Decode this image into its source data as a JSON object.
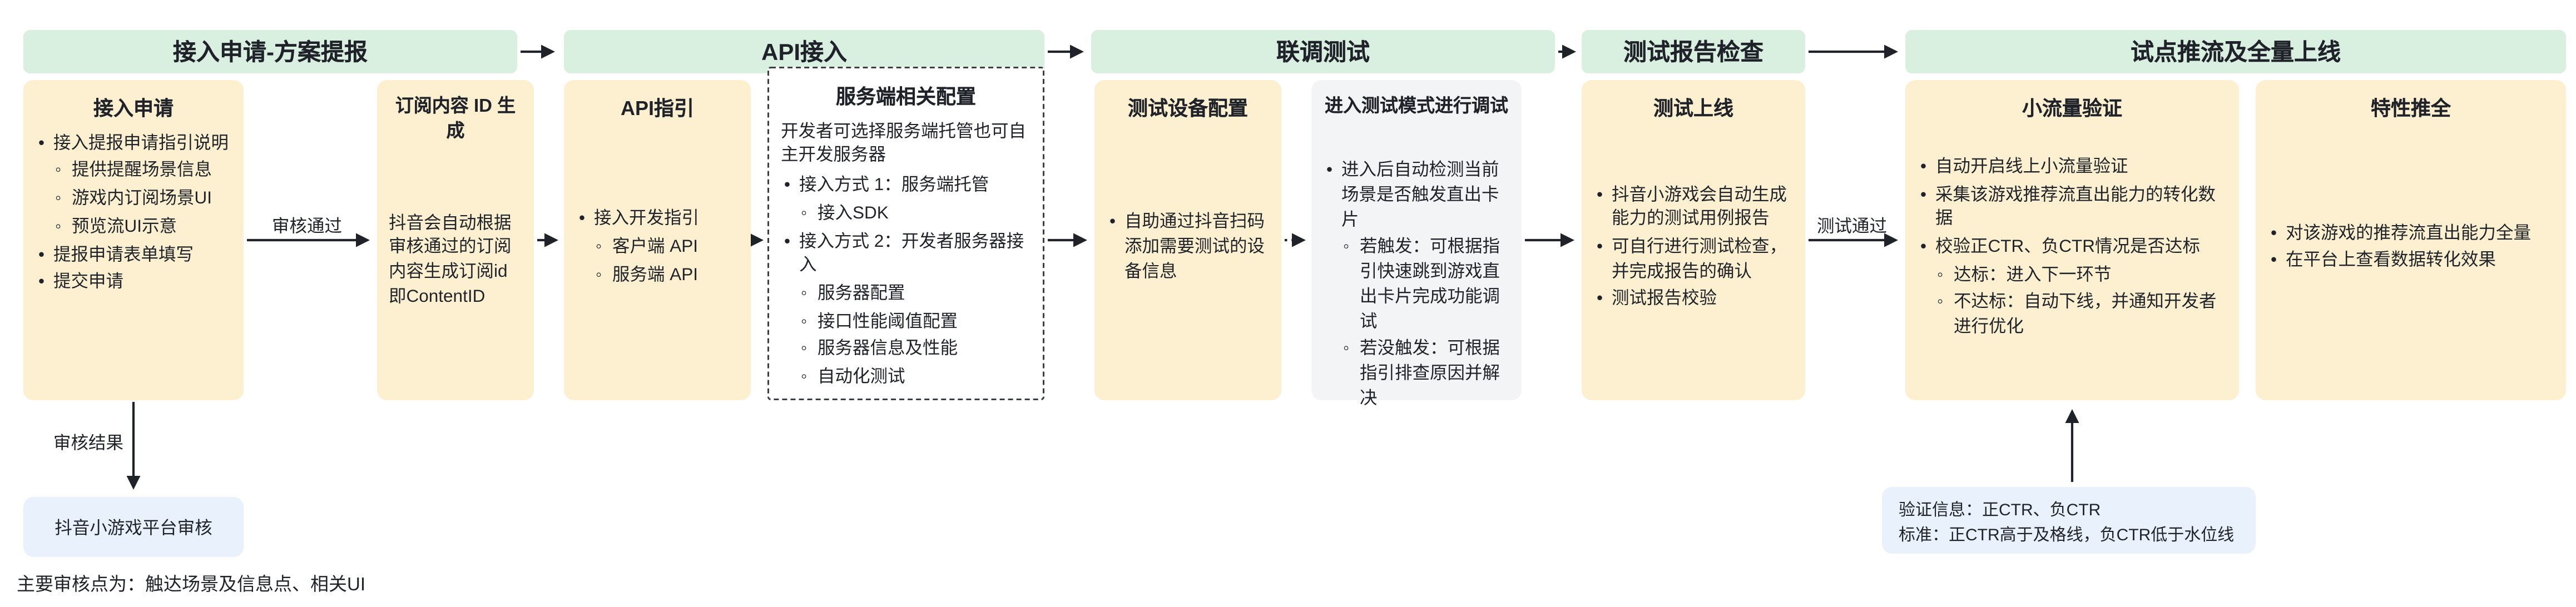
{
  "colors": {
    "header_bg": "#d9efdf",
    "card_yellow": "#fcf0d0",
    "card_gray": "#f3f4f6",
    "card_blue": "#e9f1fc",
    "text": "#1f2329",
    "arrow": "#1f2329"
  },
  "phases": [
    {
      "title": "接入申请-方案提报"
    },
    {
      "title": "API接入"
    },
    {
      "title": "联调测试"
    },
    {
      "title": "测试报告检查"
    },
    {
      "title": "试点推流及全量上线"
    }
  ],
  "labels": {
    "approve": "审核通过",
    "review_result": "审核结果",
    "test_pass": "测试通过"
  },
  "cards": {
    "apply": {
      "title": "接入申请",
      "l1": "接入提报申请指引说明",
      "l1a": "提供提醒场景信息",
      "l1b": "游戏内订阅场景UI",
      "l1c": "预览流UI示意",
      "l2": "提报申请表单填写",
      "l3": "提交申请"
    },
    "content_id": {
      "title": "订阅内容 ID 生成",
      "body": "抖音会自动根据审核通过的订阅内容生成订阅id即ContentID"
    },
    "api_guide": {
      "title": "API指引",
      "l1": "接入开发指引",
      "l1a": "客户端 API",
      "l1b": "服务端 API"
    },
    "server_config": {
      "title": "服务端相关配置",
      "intro": "开发者可选择服务端托管也可自主开发服务器",
      "l1": "接入方式 1：服务端托管",
      "l1a": "接入SDK",
      "l2": "接入方式 2：开发者服务器接入",
      "l2a": "服务器配置",
      "l2b": "接口性能阈值配置",
      "l2c": "服务器信息及性能",
      "l2d": "自动化测试"
    },
    "test_device": {
      "title": "测试设备配置",
      "l1": "自助通过抖音扫码添加需要测试的设备信息"
    },
    "test_mode": {
      "title": "进入测试模式进行调试",
      "l1": "进入后自动检测当前场景是否触发直出卡片",
      "l1a": "若触发：可根据指引快速跳到游戏直出卡片完成功能调试",
      "l1b": "若没触发：可根据指引排查原因并解决"
    },
    "test_online": {
      "title": "测试上线",
      "l1": "抖音小游戏会自动生成能力的测试用例报告",
      "l2": "可自行进行测试检查，并完成报告的确认",
      "l3": "测试报告校验"
    },
    "small_flow": {
      "title": "小流量验证",
      "l1": "自动开启线上小流量验证",
      "l2": "采集该游戏推荐流直出能力的转化数据",
      "l3": "校验正CTR、负CTR情况是否达标",
      "l3a": "达标：进入下一环节",
      "l3b": "不达标：自动下线，并通知开发者进行优化"
    },
    "full_launch": {
      "title": "特性推全",
      "l1": "对该游戏的推荐流直出能力全量",
      "l2": "在平台上查看数据转化效果"
    },
    "platform_review": {
      "title": "抖音小游戏平台审核"
    },
    "verify_info": {
      "line1": "验证信息：正CTR、负CTR",
      "line2": "标准：正CTR高于及格线，负CTR低于水位线"
    }
  },
  "footnote": "主要审核点为：触达场景及信息点、相关UI"
}
